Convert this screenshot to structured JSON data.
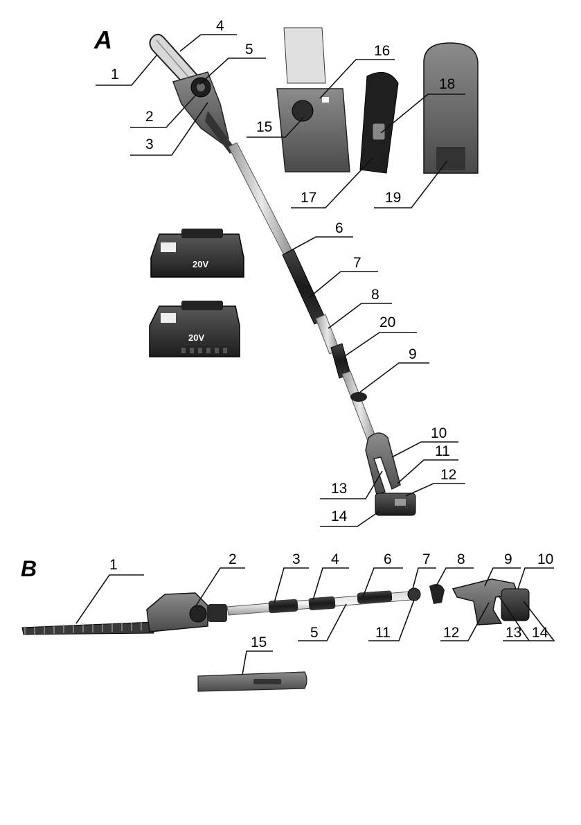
{
  "section_a": {
    "letter": "A",
    "callouts": [
      "1",
      "2",
      "3",
      "4",
      "5",
      "6",
      "7",
      "8",
      "9",
      "10",
      "11",
      "12",
      "13",
      "14",
      "15",
      "16",
      "17",
      "18",
      "19",
      "20"
    ],
    "battery_small_label": "20V",
    "battery_large_label": "20V"
  },
  "section_b": {
    "letter": "B",
    "callouts": [
      "1",
      "2",
      "3",
      "4",
      "5",
      "6",
      "7",
      "8",
      "9",
      "10",
      "11",
      "12",
      "13",
      "14",
      "15"
    ]
  }
}
